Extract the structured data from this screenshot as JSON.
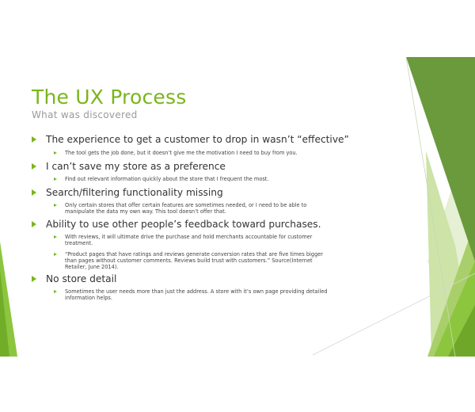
{
  "slide": {
    "title": "The UX Process",
    "subtitle": "What was discovered",
    "accent_color": "#7ab51d",
    "bullets": [
      {
        "text": "The experience to get a customer to drop in wasn’t “effective”",
        "sub": [
          "The tool gets the job done, but it doesn’t give me the motivation I need to buy from you."
        ]
      },
      {
        "text": "I can’t save my store as a preference",
        "sub": [
          "Find out relevant information quickly about the store that I frequent the most."
        ]
      },
      {
        "text": "Search/filtering functionality missing",
        "sub": [
          "Only certain stores that offer certain features are sometimes needed, or I need to be able to manipulate the data my own way.  This tool doesn’t offer that."
        ]
      },
      {
        "text": "Ability to use other people’s feedback toward purchases.",
        "sub": [
          "With reviews, it will ultimate drive the purchase and hold merchants accountable for customer treatment.",
          "“Product pages that have ratings and reviews generate conversion rates that are five times bigger than pages without customer comments.  Reviews build trust with customers.” Source(Internet Retailer, June 2014)."
        ]
      },
      {
        "text": "No store detail",
        "sub": [
          "Sometimes the user needs more than just the address.  A store with it’s own page providing detailed information helps."
        ]
      }
    ]
  }
}
